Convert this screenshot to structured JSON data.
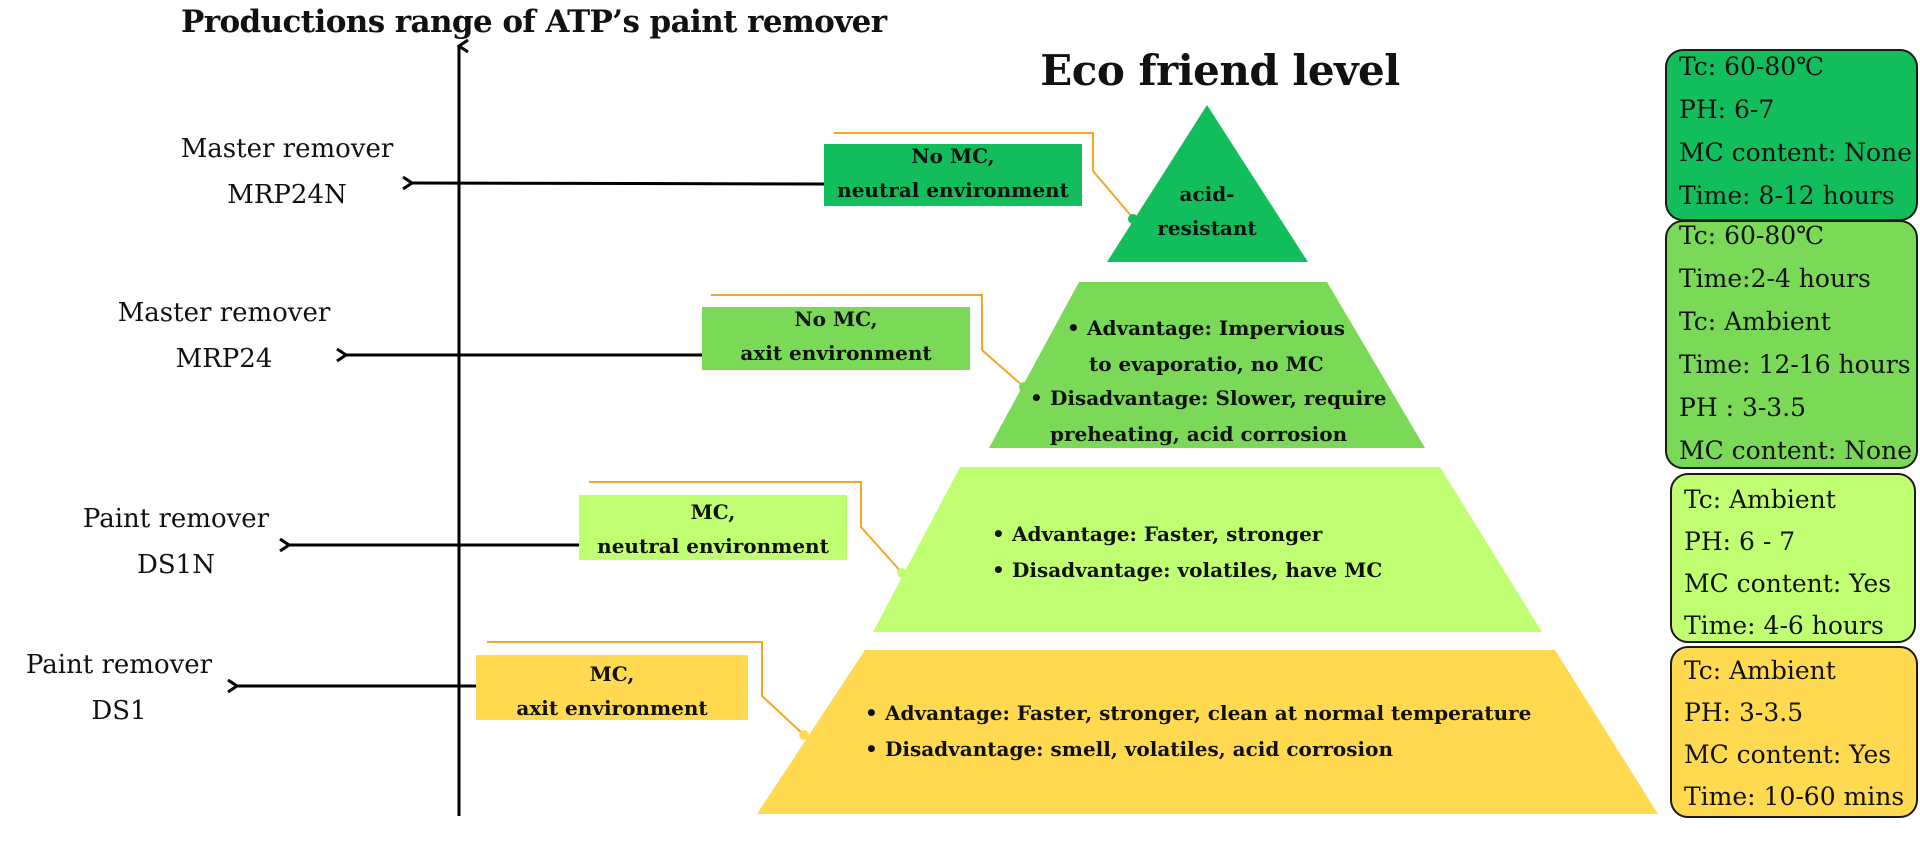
{
  "title": "Productions range of ATP’s paint remover",
  "pyramid_title": "Eco friend level",
  "colors": {
    "tier1": "#12be5c",
    "tier2": "#7ad957",
    "tier3": "#c1ff72",
    "tier4": "#ffd94f",
    "connector": "#f5a623",
    "axis": "#000000"
  },
  "products": [
    {
      "line1": "Master remover",
      "line2": "MRP24N"
    },
    {
      "line1": "Master remover",
      "line2": "MRP24"
    },
    {
      "line1": "Paint remover",
      "line2": "DS1N"
    },
    {
      "line1": "Paint remover",
      "line2": "DS1"
    }
  ],
  "environments": [
    {
      "line1": "No MC,",
      "line2": "neutral environment"
    },
    {
      "line1": "No MC,",
      "line2": "axit environment"
    },
    {
      "line1": "MC,",
      "line2": "neutral environment"
    },
    {
      "line1": "MC,",
      "line2": "axit environment"
    }
  ],
  "tiers": [
    {
      "text_line1": "acid-",
      "text_line2": "resistant"
    },
    {
      "advantage": "Advantage: Impervious",
      "advantage_cont": "to evaporatio, no MC",
      "disadvantage": "Disadvantage: Slower, require",
      "disadvantage_cont": "preheating, acid corrosion"
    },
    {
      "advantage": "Advantage: Faster, stronger",
      "disadvantage": "Disadvantage: volatiles, have MC"
    },
    {
      "advantage": "Advantage: Faster, stronger, clean at normal temperature",
      "disadvantage": "Disadvantage: smell, volatiles, acid corrosion"
    }
  ],
  "specs": [
    [
      "Tc: 60-80℃",
      "PH: 6-7",
      "MC content: None",
      "Time: 8-12 hours"
    ],
    [
      "Tc: 60-80℃",
      "Time:2-4 hours",
      "Tc: Ambient",
      "Time: 12-16 hours",
      "PH : 3-3.5",
      "MC content: None"
    ],
    [
      "Tc: Ambient",
      "PH: 6 - 7",
      "MC content: Yes",
      "Time: 4-6 hours"
    ],
    [
      "Tc: Ambient",
      "PH: 3-3.5",
      "MC content: Yes",
      "Time: 10-60 mins"
    ]
  ]
}
